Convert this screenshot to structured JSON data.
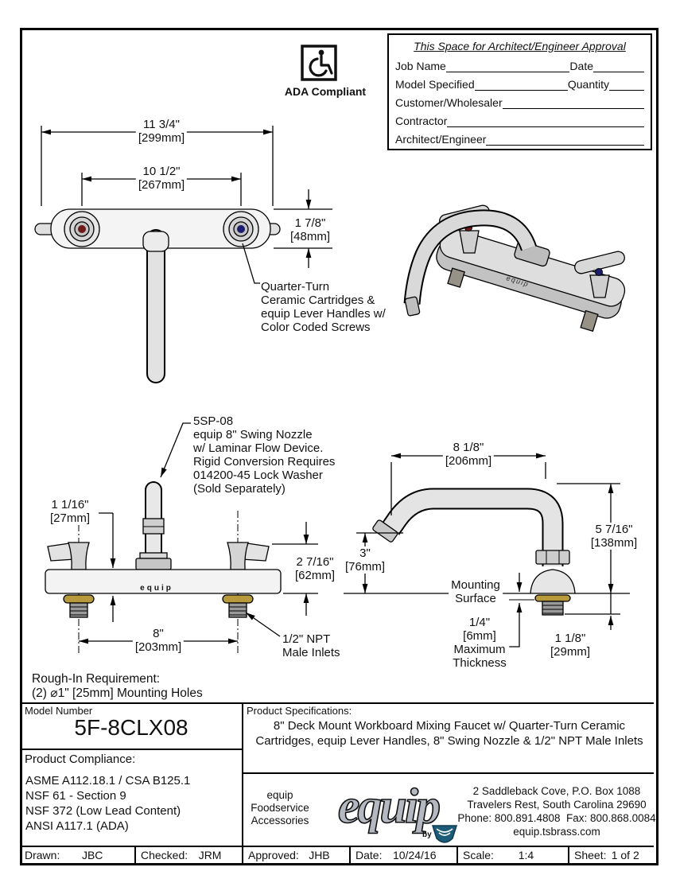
{
  "doc": {
    "ada": {
      "label": "ADA Compliant"
    },
    "approval": {
      "title": "This Space for Architect/Engineer Approval",
      "rows": [
        {
          "left": "Job Name",
          "right": "Date"
        },
        {
          "left": "Model Specified",
          "right": "Quantity"
        },
        {
          "left": "Customer/Wholesaler",
          "right": ""
        },
        {
          "left": "Contractor",
          "right": ""
        },
        {
          "left": "Architect/Engineer",
          "right": ""
        }
      ]
    },
    "dims": {
      "overall_width_in": "11 3/4\"",
      "overall_width_mm": "[299mm]",
      "handle_centers_in": "10 1/2\"",
      "handle_centers_mm": "[267mm]",
      "deck_depth_in": "1 7/8\"",
      "deck_depth_mm": "[48mm]",
      "deck_thickness_in": "1 1/16\"",
      "deck_thickness_mm": "[27mm]",
      "body_height_in": "2 7/16\"",
      "body_height_mm": "[62mm]",
      "inlet_centers_in": "8\"",
      "inlet_centers_mm": "[203mm]",
      "nozzle_reach_in": "8 1/8\"",
      "nozzle_reach_mm": "[206mm]",
      "nozzle_height_in": "5 7/16\"",
      "nozzle_height_mm": "[138mm]",
      "tip_clearance_in": "3\"",
      "tip_clearance_mm": "[76mm]",
      "shank_in": "1 1/8\"",
      "shank_mm": "[29mm]"
    },
    "callouts": {
      "cartridge": [
        "Quarter-Turn",
        "Ceramic Cartridges &",
        "equip Lever Handles w/",
        "Color Coded Screws"
      ],
      "nozzle": [
        "5SP-08",
        "equip 8\" Swing Nozzle",
        "w/ Laminar Flow Device.",
        "Rigid Conversion Requires",
        "014200-45 Lock Washer",
        "(Sold Separately)"
      ],
      "npt": [
        "1/2\" NPT",
        "Male Inlets"
      ],
      "mounting": [
        "Mounting",
        "Surface"
      ],
      "thickness": [
        "1/4\"",
        "[6mm]",
        "Maximum",
        "Thickness"
      ],
      "rough_in": [
        "Rough-In Requirement:",
        "(2) ⌀1\" [25mm] Mounting Holes"
      ]
    },
    "equip_marks": {
      "body_logo": "equip"
    },
    "title_block": {
      "model_number_label": "Model Number",
      "model_number": "5F-8CLX08",
      "compliance_label": "Product Compliance:",
      "compliance": [
        "ASME A112.18.1 / CSA B125.1",
        "NSF 61 - Section 9",
        "NSF 372 (Low Lead Content)",
        "ANSI A117.1 (ADA)"
      ],
      "specs_label": "Product Specifications:",
      "specs": "8\" Deck Mount Workboard Mixing Faucet w/ Quarter-Turn Ceramic Cartridges, equip Lever Handles, 8\" Swing Nozzle & 1/2\" NPT Male Inlets",
      "brand": {
        "tagline": [
          "equip",
          "Foodservice",
          "Accessories"
        ],
        "logo_text": "equip",
        "logo_by": "by",
        "address": [
          "2 Saddleback Cove, P.O. Box 1088",
          "Travelers Rest, South Carolina 29690",
          "Phone: 800.891.4808  Fax: 800.868.0084",
          "equip.tsbrass.com"
        ]
      },
      "footer": [
        {
          "label": "Drawn:",
          "value": "JBC"
        },
        {
          "label": "Checked:",
          "value": "JRM"
        },
        {
          "label": "Approved:",
          "value": "JHB"
        },
        {
          "label": "Date:",
          "value": "10/24/16"
        },
        {
          "label": "Scale:",
          "value": "1:4"
        },
        {
          "label": "Sheet:",
          "value": "1  of  2"
        }
      ]
    }
  },
  "colors": {
    "hot_screw": "#6e1a1a",
    "cold_screw": "#1d1d6e",
    "brass": "#b79a3c",
    "metal_light": "#e6e6e6",
    "metal_mid": "#cfcfcf",
    "logo_gray": "#b4b8c0",
    "ts_teal": "#1d5c78"
  }
}
